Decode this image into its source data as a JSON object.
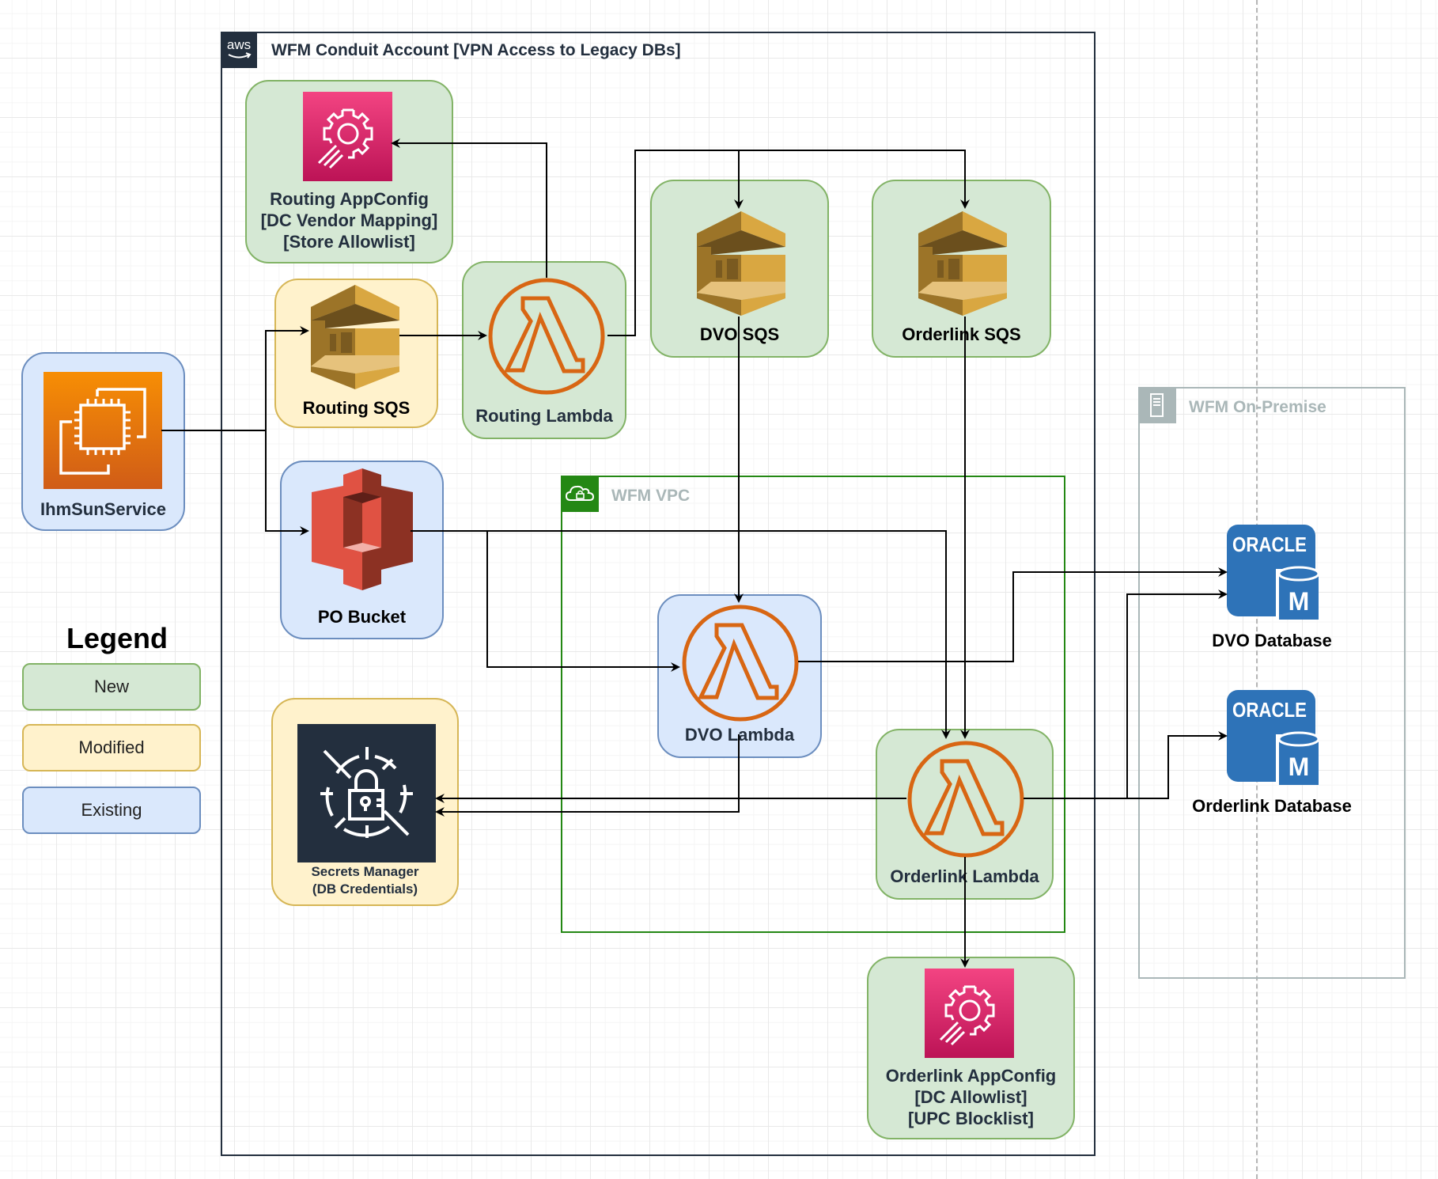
{
  "diagram": {
    "groups": {
      "conduit_account": {
        "title": "WFM Conduit Account [VPN Access to Legacy DBs]",
        "badge": "aws"
      },
      "vpc": {
        "title": "WFM VPC"
      },
      "on_premise": {
        "title": "WFM On-Premise"
      }
    },
    "nodes": {
      "routing_appconfig": {
        "lines": [
          "Routing AppConfig",
          "[DC Vendor Mapping]",
          "[Store Allowlist]"
        ],
        "status": "New",
        "icon": "appconfig-icon"
      },
      "routing_sqs": {
        "label": "Routing SQS",
        "status": "Modified",
        "icon": "sqs-icon"
      },
      "routing_lambda": {
        "label": "Routing Lambda",
        "status": "New",
        "icon": "lambda-icon"
      },
      "dvo_sqs": {
        "label": "DVO SQS",
        "status": "New",
        "icon": "sqs-icon"
      },
      "orderlink_sqs": {
        "label": "Orderlink SQS",
        "status": "New",
        "icon": "sqs-icon"
      },
      "ihm_sun_service": {
        "label": "IhmSunService",
        "status": "Existing",
        "icon": "ec2-icon"
      },
      "po_bucket": {
        "label": "PO Bucket",
        "status": "Existing",
        "icon": "s3-icon"
      },
      "dvo_lambda": {
        "label": "DVO Lambda",
        "status": "Existing",
        "icon": "lambda-icon"
      },
      "orderlink_lambda": {
        "label": "Orderlink Lambda",
        "status": "New",
        "icon": "lambda-icon"
      },
      "secrets_manager": {
        "lines": [
          "Secrets Manager",
          "(DB Credentials)"
        ],
        "status": "Modified",
        "icon": "secrets-manager-icon"
      },
      "orderlink_appconfig": {
        "lines": [
          "Orderlink AppConfig",
          "[DC Allowlist]",
          "[UPC Blocklist]"
        ],
        "status": "New",
        "icon": "appconfig-icon"
      },
      "dvo_database": {
        "label": "DVO Database",
        "icon_text": "ORACLE",
        "icon_sub": "M"
      },
      "orderlink_database": {
        "label": "Orderlink Database",
        "icon_text": "ORACLE",
        "icon_sub": "M"
      }
    },
    "edges": [
      {
        "from": "IhmSunService",
        "to": "Routing SQS"
      },
      {
        "from": "IhmSunService",
        "to": "PO Bucket"
      },
      {
        "from": "Routing SQS",
        "to": "Routing Lambda"
      },
      {
        "from": "Routing Lambda",
        "to": "Routing AppConfig"
      },
      {
        "from": "Routing Lambda",
        "to": "DVO SQS"
      },
      {
        "from": "Routing Lambda",
        "to": "Orderlink SQS"
      },
      {
        "from": "DVO SQS",
        "to": "DVO Lambda"
      },
      {
        "from": "Orderlink SQS",
        "to": "Orderlink Lambda"
      },
      {
        "from": "PO Bucket",
        "to": "DVO Lambda"
      },
      {
        "from": "PO Bucket",
        "to": "Orderlink Lambda"
      },
      {
        "from": "DVO Lambda",
        "to": "DVO Database"
      },
      {
        "from": "DVO Lambda",
        "to": "Secrets Manager"
      },
      {
        "from": "Orderlink Lambda",
        "to": "Secrets Manager"
      },
      {
        "from": "Orderlink Lambda",
        "to": "DVO Database"
      },
      {
        "from": "Orderlink Lambda",
        "to": "Orderlink Database"
      },
      {
        "from": "Orderlink Lambda",
        "to": "Orderlink AppConfig"
      }
    ],
    "legend": {
      "title": "Legend",
      "items": [
        {
          "label": "New",
          "fill": "#d5e8d4",
          "stroke": "#82b366"
        },
        {
          "label": "Modified",
          "fill": "#fff2cc",
          "stroke": "#d6b656"
        },
        {
          "label": "Existing",
          "fill": "#dae8fc",
          "stroke": "#6c8ebf"
        }
      ]
    }
  }
}
